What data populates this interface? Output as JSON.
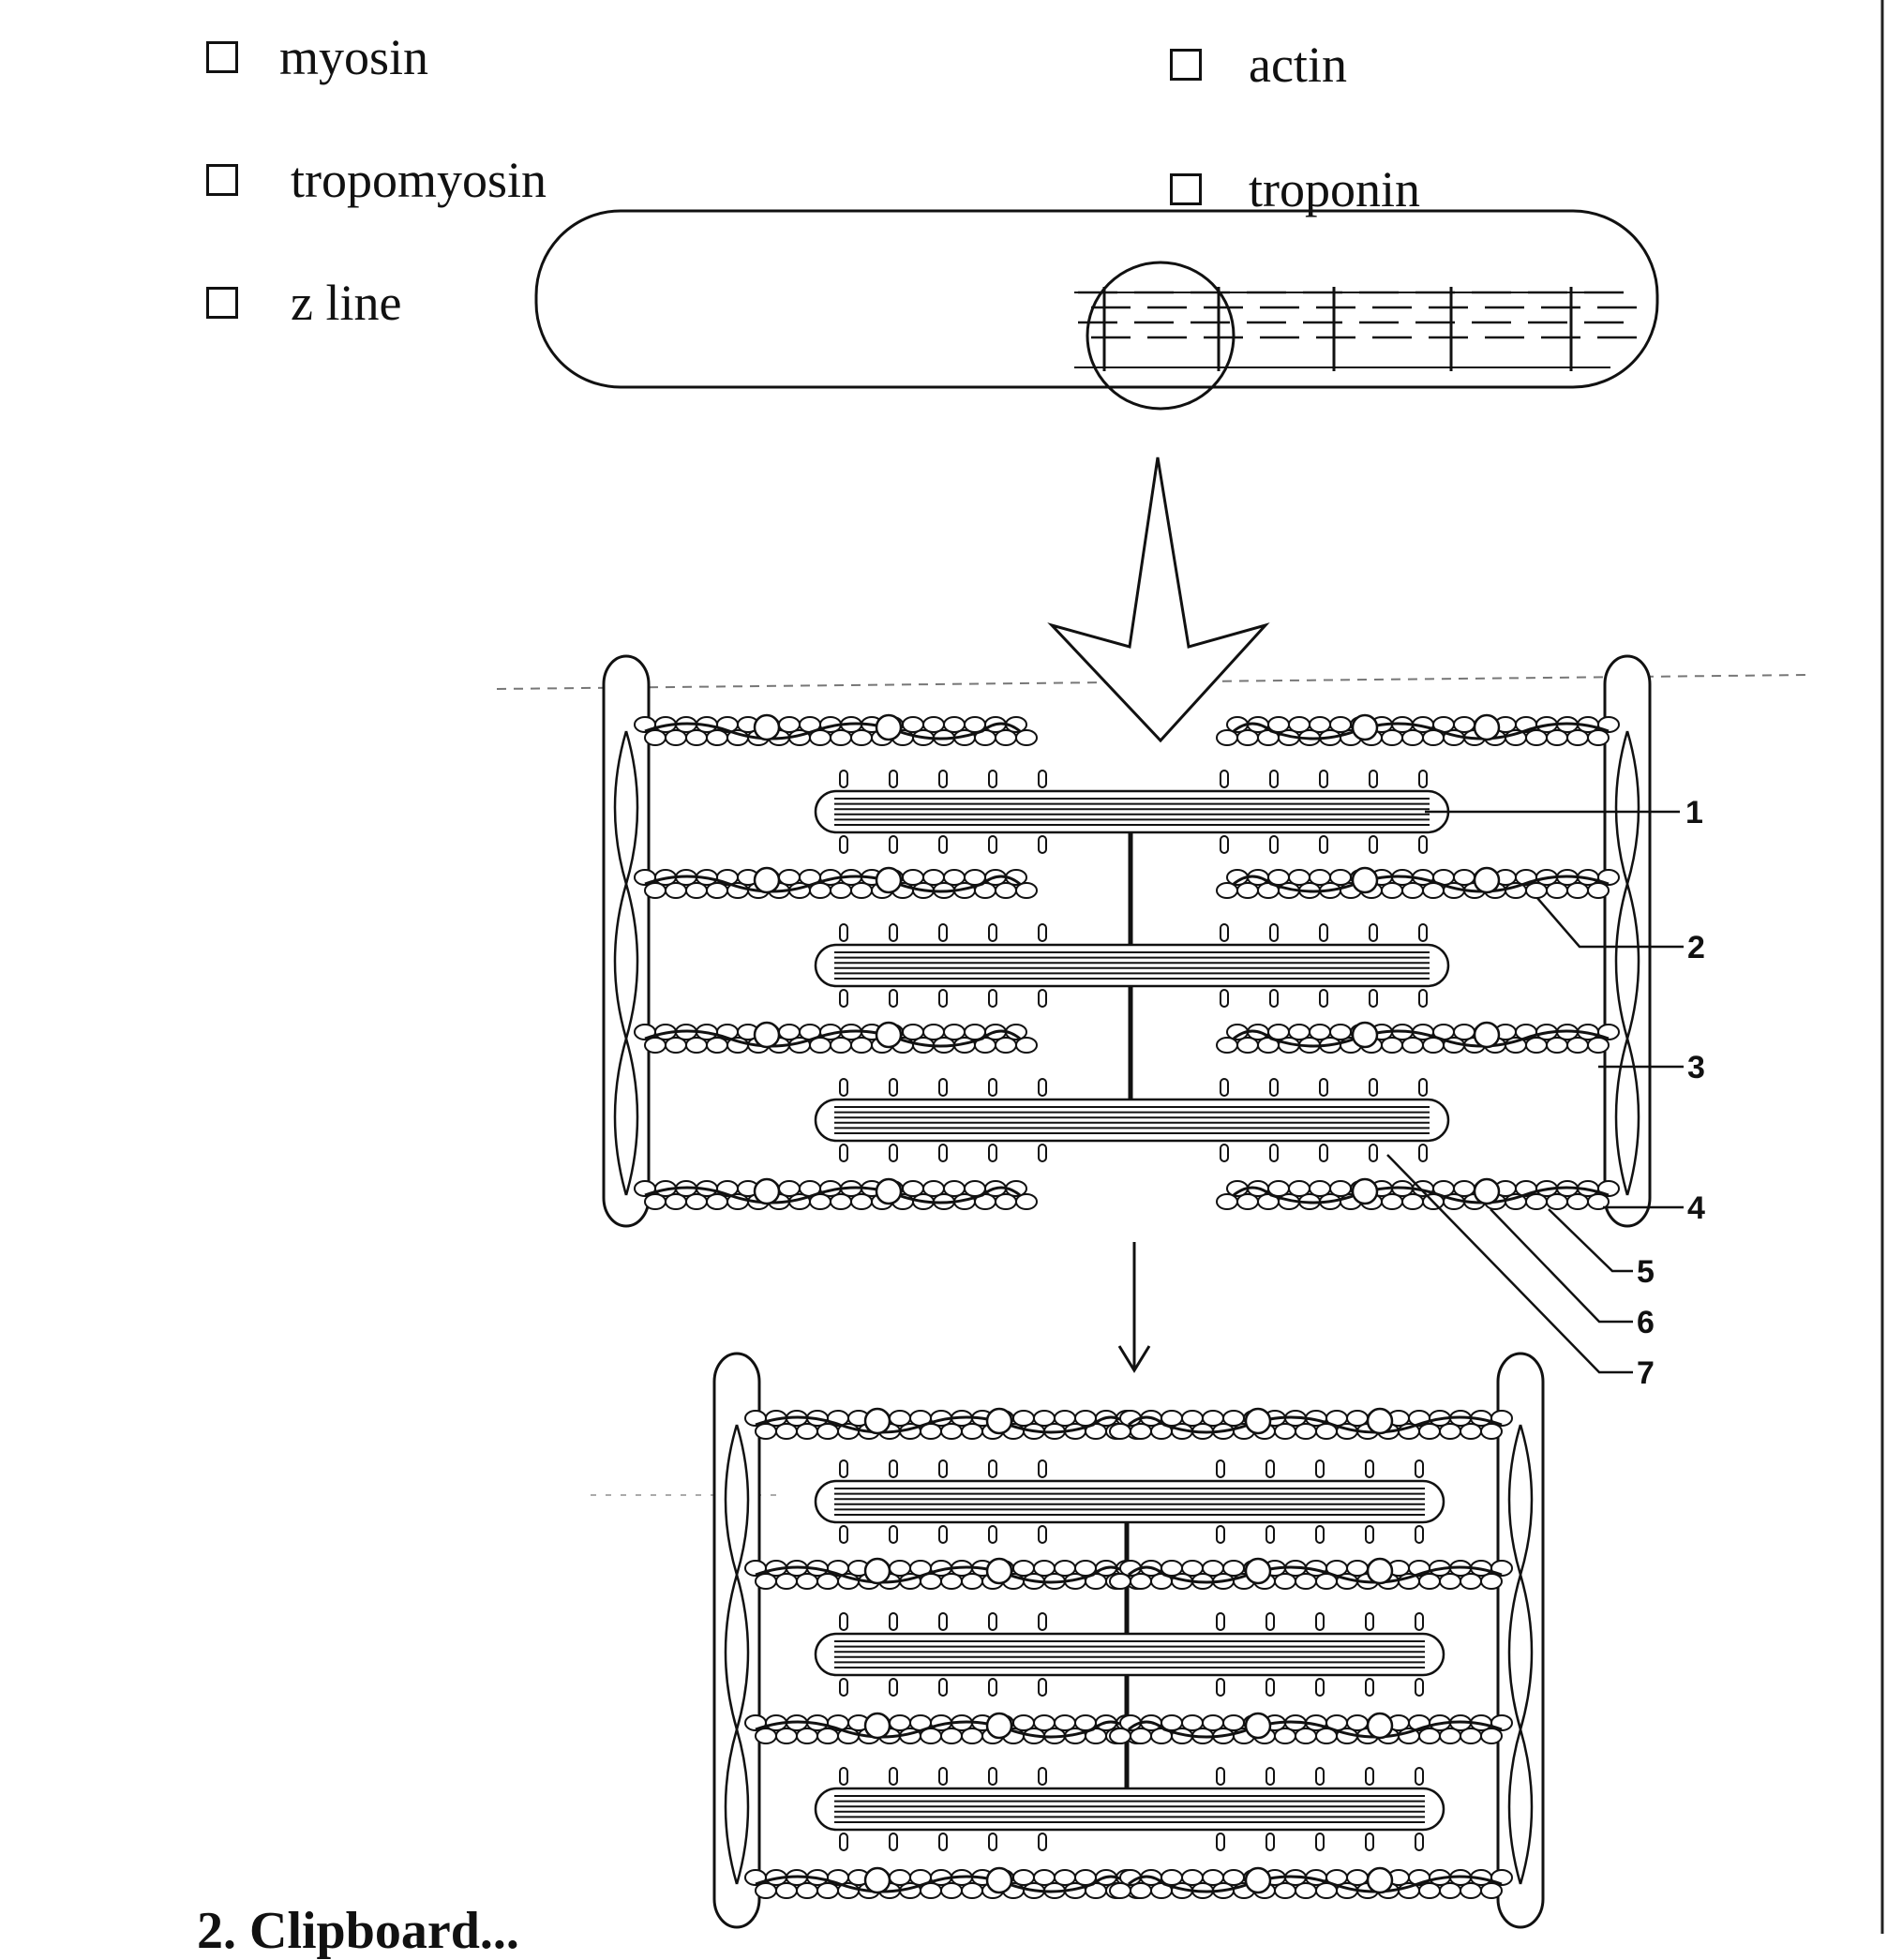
{
  "checkboxes": [
    {
      "id": "myosin",
      "label": "myosin",
      "checked": false
    },
    {
      "id": "actin",
      "label": "actin",
      "checked": false
    },
    {
      "id": "tropomyosin",
      "label": "tropomyosin",
      "checked": false
    },
    {
      "id": "troponin",
      "label": "troponin",
      "checked": false
    },
    {
      "id": "z-line",
      "label": "z line",
      "checked": false
    }
  ],
  "callouts": [
    "1",
    "2",
    "3",
    "4",
    "5",
    "6",
    "7"
  ],
  "footer": {
    "partial_heading": "2. Clipboard..."
  },
  "colors": {
    "line": "#111111",
    "background": "#ffffff"
  }
}
